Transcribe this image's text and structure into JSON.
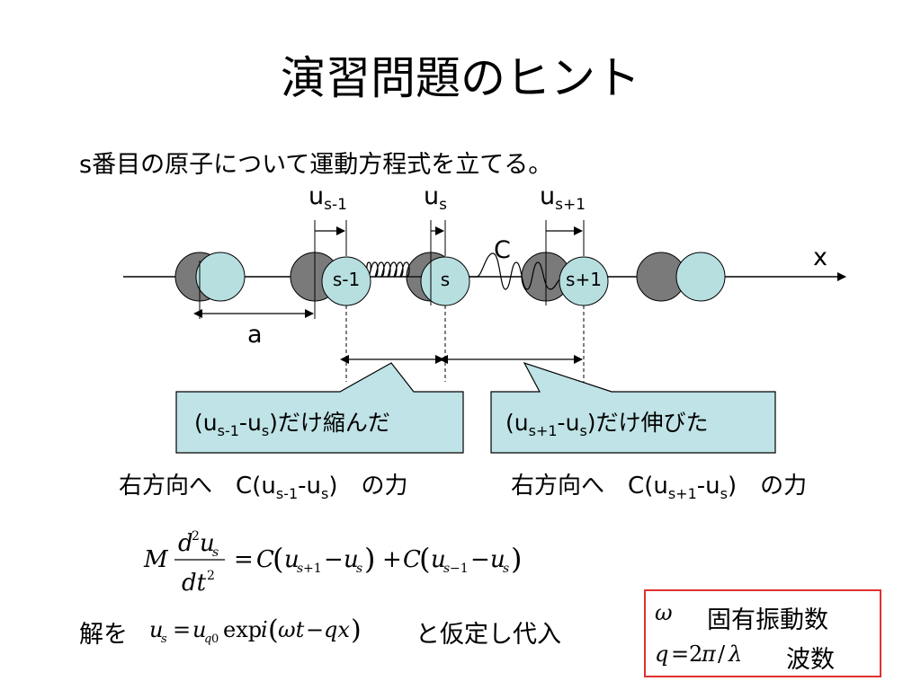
{
  "title": "演習問題のヒント",
  "intro": "s番目の原子について運動方程式を立てる。",
  "labels": {
    "u": "u",
    "sub_s_minus_1": "s-1",
    "sub_s": "s",
    "sub_s_plus_1": "s+1",
    "spring_constant": "C",
    "axis": "x",
    "spacing": "a",
    "atom_s_minus_1": "s-1",
    "atom_s": "s",
    "atom_s_plus_1": "s+1"
  },
  "callouts": {
    "left_suffix": ")だけ縮んだ",
    "right_suffix": ")だけ伸びた"
  },
  "forces": {
    "left_prefix": "右方向へ",
    "left_suffix": "の力",
    "right_prefix": "右方向へ",
    "right_suffix": "の力"
  },
  "solution": {
    "prefix": "解を",
    "suffix": "と仮定し代入"
  },
  "legend": {
    "omega_label": "固有振動数",
    "q_label": "波数"
  },
  "colors": {
    "atom_fill": "#b7dfe0",
    "shadow_fill": "#7a7a7a",
    "callout_fill": "#bfe3e6",
    "box_border": "#e03030"
  }
}
